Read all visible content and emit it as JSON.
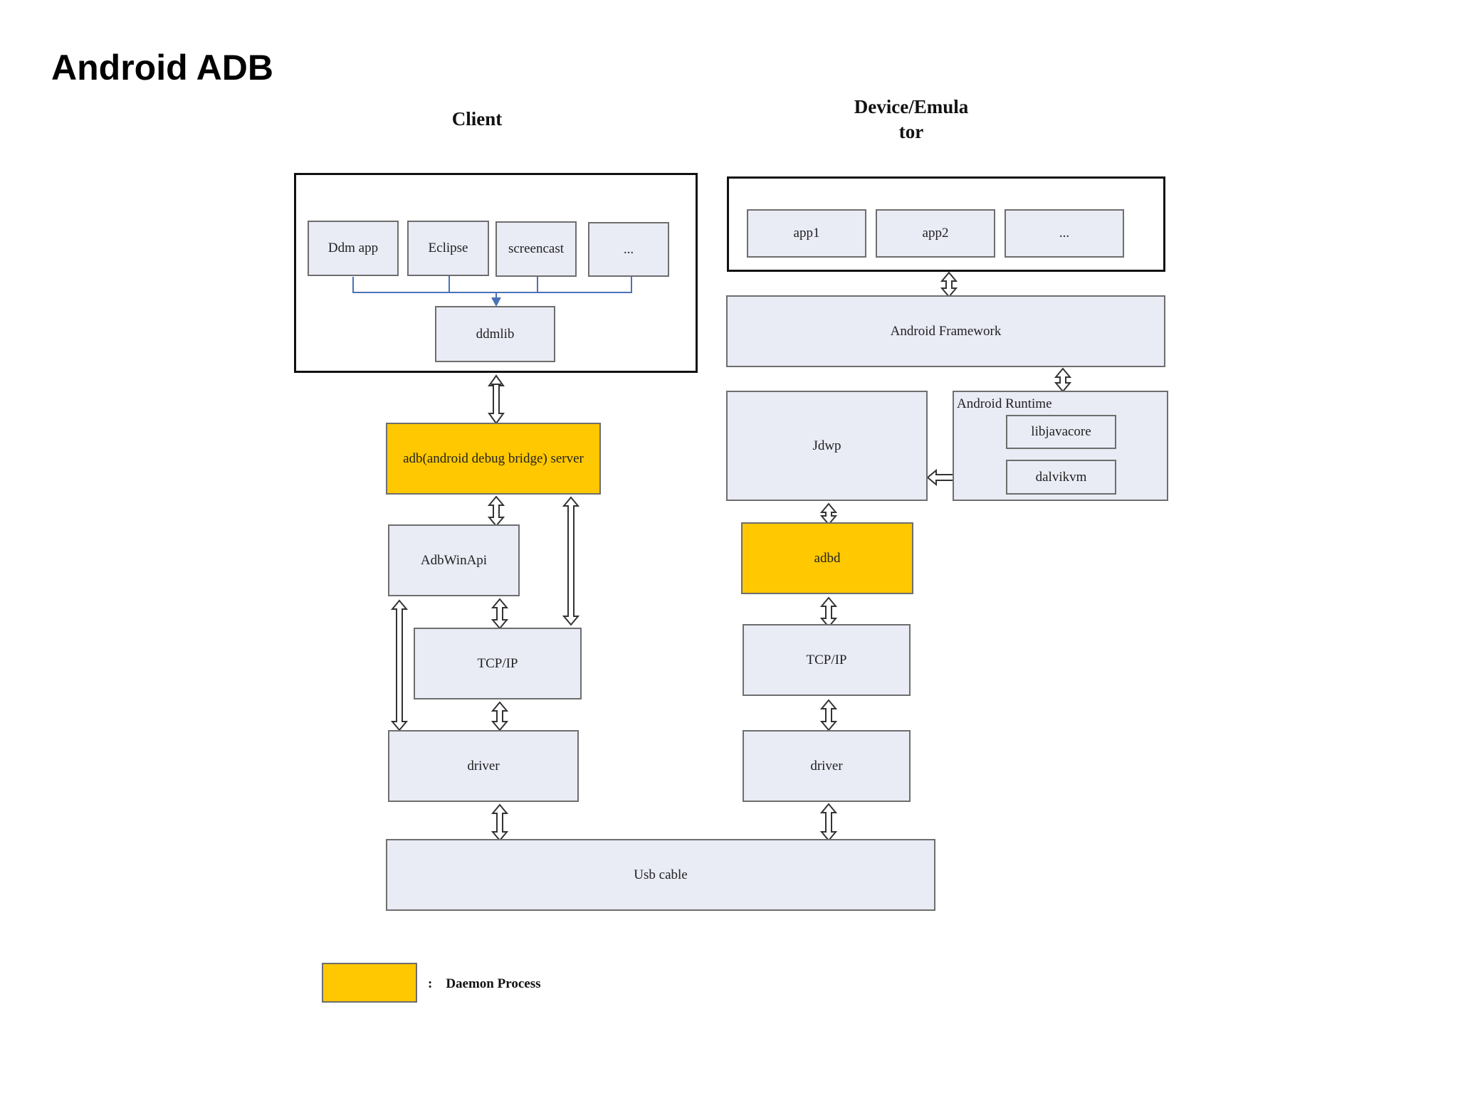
{
  "title": "Android ADB",
  "client": {
    "heading": "Client",
    "apps": [
      "Ddm app",
      "Eclipse",
      "screencast",
      "..."
    ],
    "ddmlib": "ddmlib",
    "adb_server": "adb(android debug bridge) server",
    "adbwinapi": "AdbWinApi",
    "tcpip": "TCP/IP",
    "driver": "driver"
  },
  "device": {
    "heading_line1": "Device/Emula",
    "heading_line2": "tor",
    "apps": [
      "app1",
      "app2",
      "..."
    ],
    "framework": "Android Framework",
    "runtime": "Android Runtime",
    "libjavacore": "libjavacore",
    "dalvikvm": "dalvikvm",
    "jdwp": "Jdwp",
    "adbd": "adbd",
    "tcpip": "TCP/IP",
    "driver": "driver"
  },
  "usb": "Usb cable",
  "legend": {
    "separator": ":",
    "label": "Daemon Process",
    "color": "#ffc800"
  },
  "colors": {
    "box_fill": "#e9ebf5",
    "daemon_fill": "#ffc800",
    "bracket_line": "#4a72b8"
  }
}
